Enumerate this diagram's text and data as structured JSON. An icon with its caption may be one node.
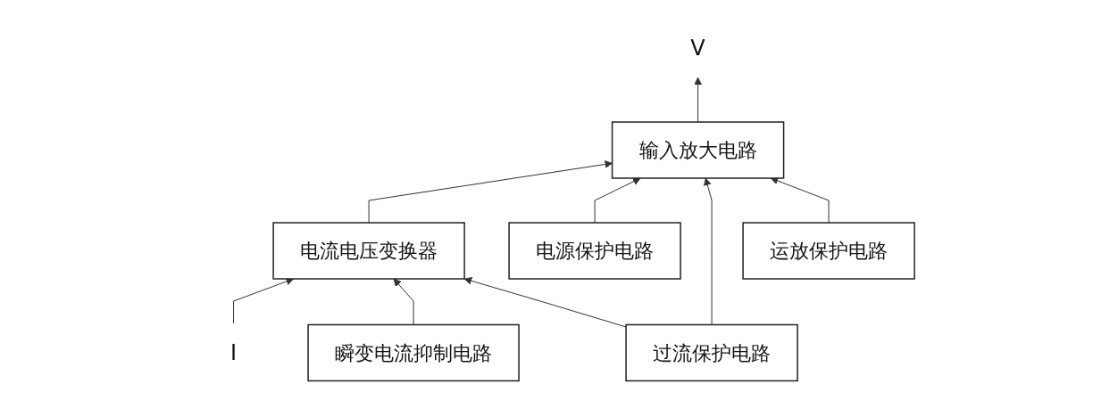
{
  "diagram": {
    "nodes": [
      {
        "text": [
          "I"
        ]
      },
      {
        "text": [
          "V"
        ]
      },
      {
        "text": [
          "电流电压变换器"
        ]
      },
      {
        "text": [
          "输入放大电路"
        ]
      },
      {
        "text": [
          "电源保护电路"
        ]
      },
      {
        "text": [
          "瞬变电流抑制电路"
        ]
      },
      {
        "text": [
          "过流保护电路"
        ]
      },
      {
        "text": [
          "运放保护电路"
        ]
      }
    ],
    "edges": [
      {
        "from": 0,
        "to": 2,
        "arrow": "to"
      },
      {
        "from": 3,
        "to": 1,
        "arrow": "to"
      },
      {
        "from": 2,
        "to": 3,
        "arrow": "to"
      },
      {
        "from": 4,
        "to": 3,
        "arrow": "to"
      },
      {
        "from": 5,
        "to": 2,
        "arrow": "to"
      },
      {
        "from": 6,
        "to": 2,
        "arrow": "to"
      },
      {
        "from": 6,
        "to": 3,
        "arrow": "to"
      },
      {
        "from": 7,
        "to": 3,
        "arrow": "to"
      }
    ]
  }
}
